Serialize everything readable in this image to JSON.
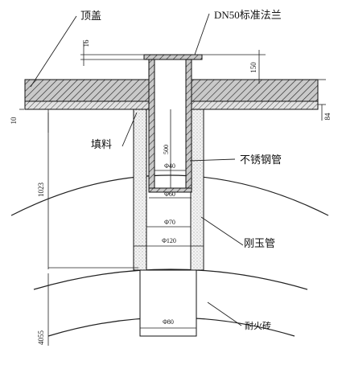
{
  "labels": {
    "top_cover": "顶盖",
    "flange": "DN50标准法兰",
    "filler": "填料",
    "stainless_tube": "不锈钢管",
    "corundum_tube": "刚玉管",
    "refractory_brick": "耐火砖"
  },
  "dimensions": {
    "flange_thickness": "16",
    "cover_total": "150",
    "cover_gap": "10",
    "right_84": "84",
    "inner_depth": "500",
    "phi40": "Φ40",
    "phi60": "Φ60",
    "phi70": "Φ70",
    "phi120": "Φ120",
    "phi80": "Φ80",
    "left_1023": "1023",
    "left_4055": "4055"
  }
}
